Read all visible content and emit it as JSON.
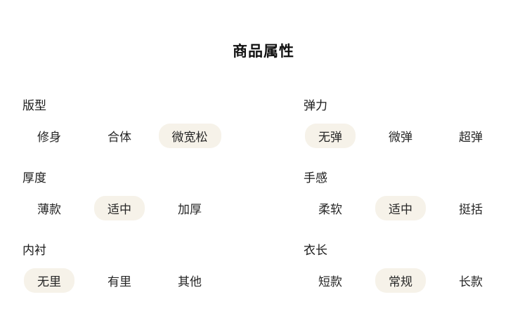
{
  "page": {
    "title": "商品属性"
  },
  "colors": {
    "background": "#ffffff",
    "title_text": "#111111",
    "label_text": "#1a1a1a",
    "option_text": "#262626",
    "selected_pill_bg": "#f6f2e9"
  },
  "groups": [
    {
      "label": "版型",
      "options": [
        {
          "label": "修身",
          "selected": false
        },
        {
          "label": "合体",
          "selected": false
        },
        {
          "label": "微宽松",
          "selected": true
        }
      ]
    },
    {
      "label": "弹力",
      "options": [
        {
          "label": "无弹",
          "selected": true
        },
        {
          "label": "微弹",
          "selected": false
        },
        {
          "label": "超弹",
          "selected": false
        }
      ]
    },
    {
      "label": "厚度",
      "options": [
        {
          "label": "薄款",
          "selected": false
        },
        {
          "label": "适中",
          "selected": true
        },
        {
          "label": "加厚",
          "selected": false
        }
      ]
    },
    {
      "label": "手感",
      "options": [
        {
          "label": "柔软",
          "selected": false
        },
        {
          "label": "适中",
          "selected": true
        },
        {
          "label": "挺括",
          "selected": false
        }
      ]
    },
    {
      "label": "内衬",
      "options": [
        {
          "label": "无里",
          "selected": true
        },
        {
          "label": "有里",
          "selected": false
        },
        {
          "label": "其他",
          "selected": false
        }
      ]
    },
    {
      "label": "衣长",
      "options": [
        {
          "label": "短款",
          "selected": false
        },
        {
          "label": "常规",
          "selected": true
        },
        {
          "label": "长款",
          "selected": false
        }
      ]
    }
  ]
}
